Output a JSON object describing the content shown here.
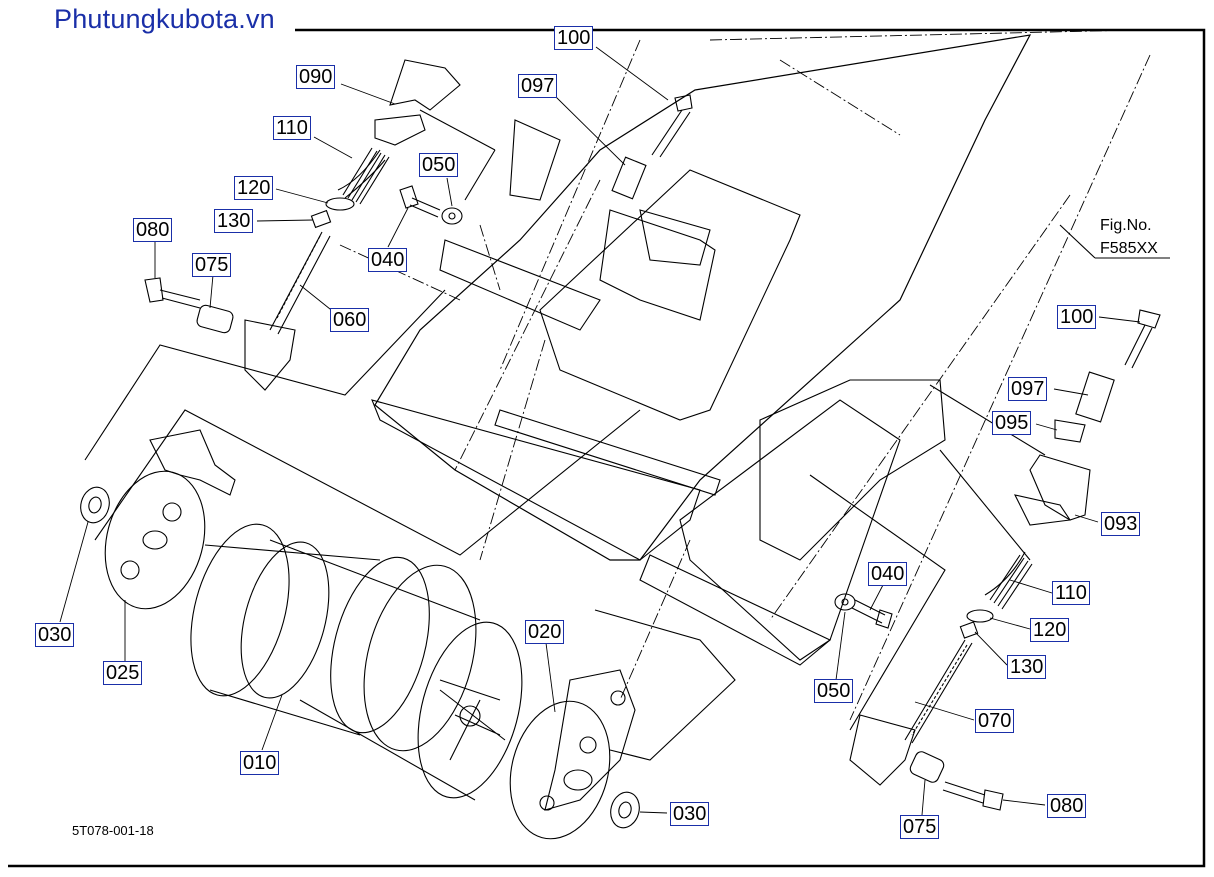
{
  "site": {
    "watermark": "Phutungkubota.vn"
  },
  "figure": {
    "number_label": "Fig.No.",
    "number": "F585XX",
    "drawing_code": "5T078-001-18"
  },
  "colors": {
    "watermark": "#1a2fa8",
    "label_border": "#1a2fa8",
    "line": "#000000"
  },
  "part_labels": [
    {
      "id": "100-top",
      "text": "100"
    },
    {
      "id": "097-top",
      "text": "097"
    },
    {
      "id": "090",
      "text": "090"
    },
    {
      "id": "110-top",
      "text": "110"
    },
    {
      "id": "050-top",
      "text": "050"
    },
    {
      "id": "120-top",
      "text": "120"
    },
    {
      "id": "130-top",
      "text": "130"
    },
    {
      "id": "080-left",
      "text": "080"
    },
    {
      "id": "075-left",
      "text": "075"
    },
    {
      "id": "040-top",
      "text": "040"
    },
    {
      "id": "060",
      "text": "060"
    },
    {
      "id": "100-right",
      "text": "100"
    },
    {
      "id": "097-right",
      "text": "097"
    },
    {
      "id": "095",
      "text": "095"
    },
    {
      "id": "093",
      "text": "093"
    },
    {
      "id": "040-right",
      "text": "040"
    },
    {
      "id": "110-right",
      "text": "110"
    },
    {
      "id": "120-right",
      "text": "120"
    },
    {
      "id": "130-right",
      "text": "130"
    },
    {
      "id": "050-right",
      "text": "050"
    },
    {
      "id": "070",
      "text": "070"
    },
    {
      "id": "080-right",
      "text": "080"
    },
    {
      "id": "075-right",
      "text": "075"
    },
    {
      "id": "030-left",
      "text": "030"
    },
    {
      "id": "025",
      "text": "025"
    },
    {
      "id": "020",
      "text": "020"
    },
    {
      "id": "010",
      "text": "010"
    },
    {
      "id": "030-right",
      "text": "030"
    }
  ]
}
